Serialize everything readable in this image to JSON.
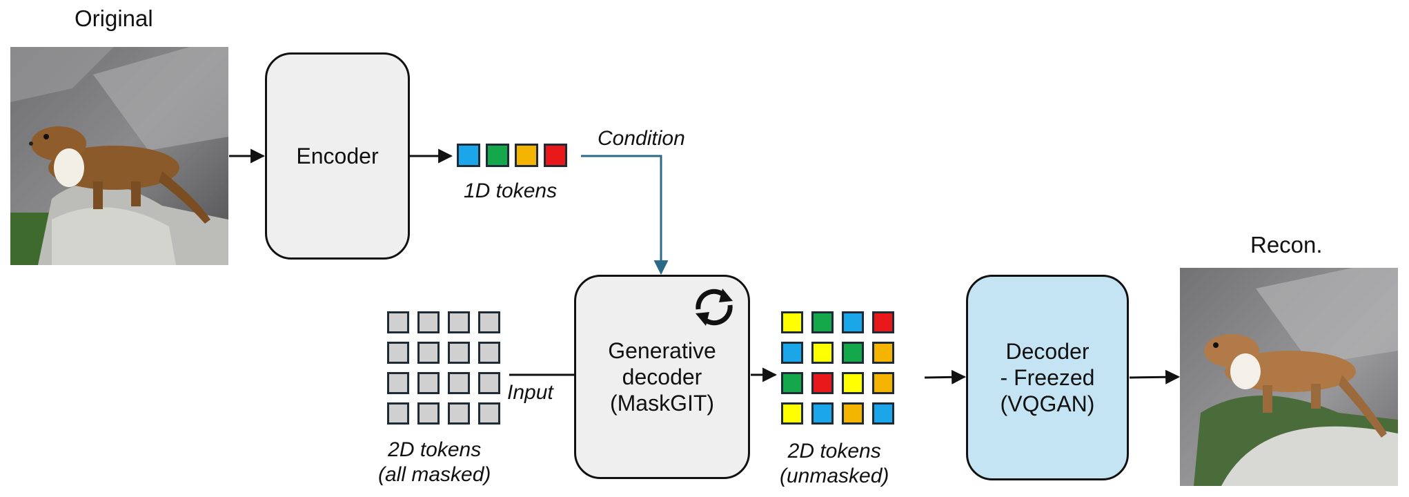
{
  "labels": {
    "original": "Original",
    "recon": "Recon.",
    "condition": "Condition",
    "input": "Input",
    "tokens_1d": "1D tokens",
    "tokens_2d_masked_line1": "2D tokens",
    "tokens_2d_masked_line2": "(all masked)",
    "tokens_2d_unmasked_line1": "2D tokens",
    "tokens_2d_unmasked_line2": "(unmasked)"
  },
  "boxes": {
    "encoder": "Encoder",
    "generative_line1": "Generative",
    "generative_line2": "decoder",
    "generative_line3": "(MaskGIT)",
    "decoder_line1": "Decoder",
    "decoder_line2": "- Freezed",
    "decoder_line3": "(VQGAN)"
  },
  "icons": {
    "refresh": "refresh-icon"
  },
  "colors": {
    "blue": "#1aa6e8",
    "green": "#14a84a",
    "orange": "#f5b400",
    "red": "#e8181b",
    "yellow": "#ffff00",
    "masked": "#d0d0d0",
    "condition_line": "#2a6a88"
  },
  "tokens_1d": [
    "blue",
    "green",
    "orange",
    "red"
  ],
  "tokens_2d_masked": [
    [
      "masked",
      "masked",
      "masked",
      "masked"
    ],
    [
      "masked",
      "masked",
      "masked",
      "masked"
    ],
    [
      "masked",
      "masked",
      "masked",
      "masked"
    ],
    [
      "masked",
      "masked",
      "masked",
      "masked"
    ]
  ],
  "tokens_2d_unmasked": [
    [
      "yellow",
      "green",
      "blue",
      "red"
    ],
    [
      "blue",
      "yellow",
      "green",
      "orange"
    ],
    [
      "green",
      "red",
      "yellow",
      "orange"
    ],
    [
      "yellow",
      "blue",
      "orange",
      "blue"
    ]
  ]
}
